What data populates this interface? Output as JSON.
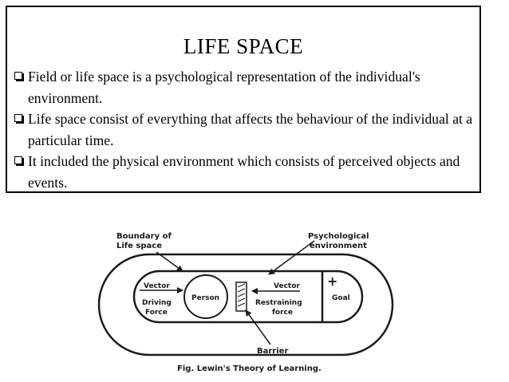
{
  "slide": {
    "title": "LIFE SPACE",
    "bullets": [
      "Field or life space is a psychological representation of the individual's environment.",
      "Life space consist of everything that  affects the behaviour of the individual at a particular time.",
      "It included the physical environment which consists of perceived objects and events."
    ]
  },
  "diagram": {
    "boundary_label_1": "Boundary of",
    "boundary_label_2": "Life space",
    "env_label_1": "Psychological",
    "env_label_2": "environment",
    "vector_left": "Vector",
    "driving_1": "Driving",
    "driving_2": "Force",
    "person": "Person",
    "vector_right": "Vector",
    "restraining_1": "Restraining",
    "restraining_2": "force",
    "plus": "+",
    "goal": "Goal",
    "barrier": "Barrier",
    "caption": "Fig. Lewin's Theory of Learning."
  }
}
